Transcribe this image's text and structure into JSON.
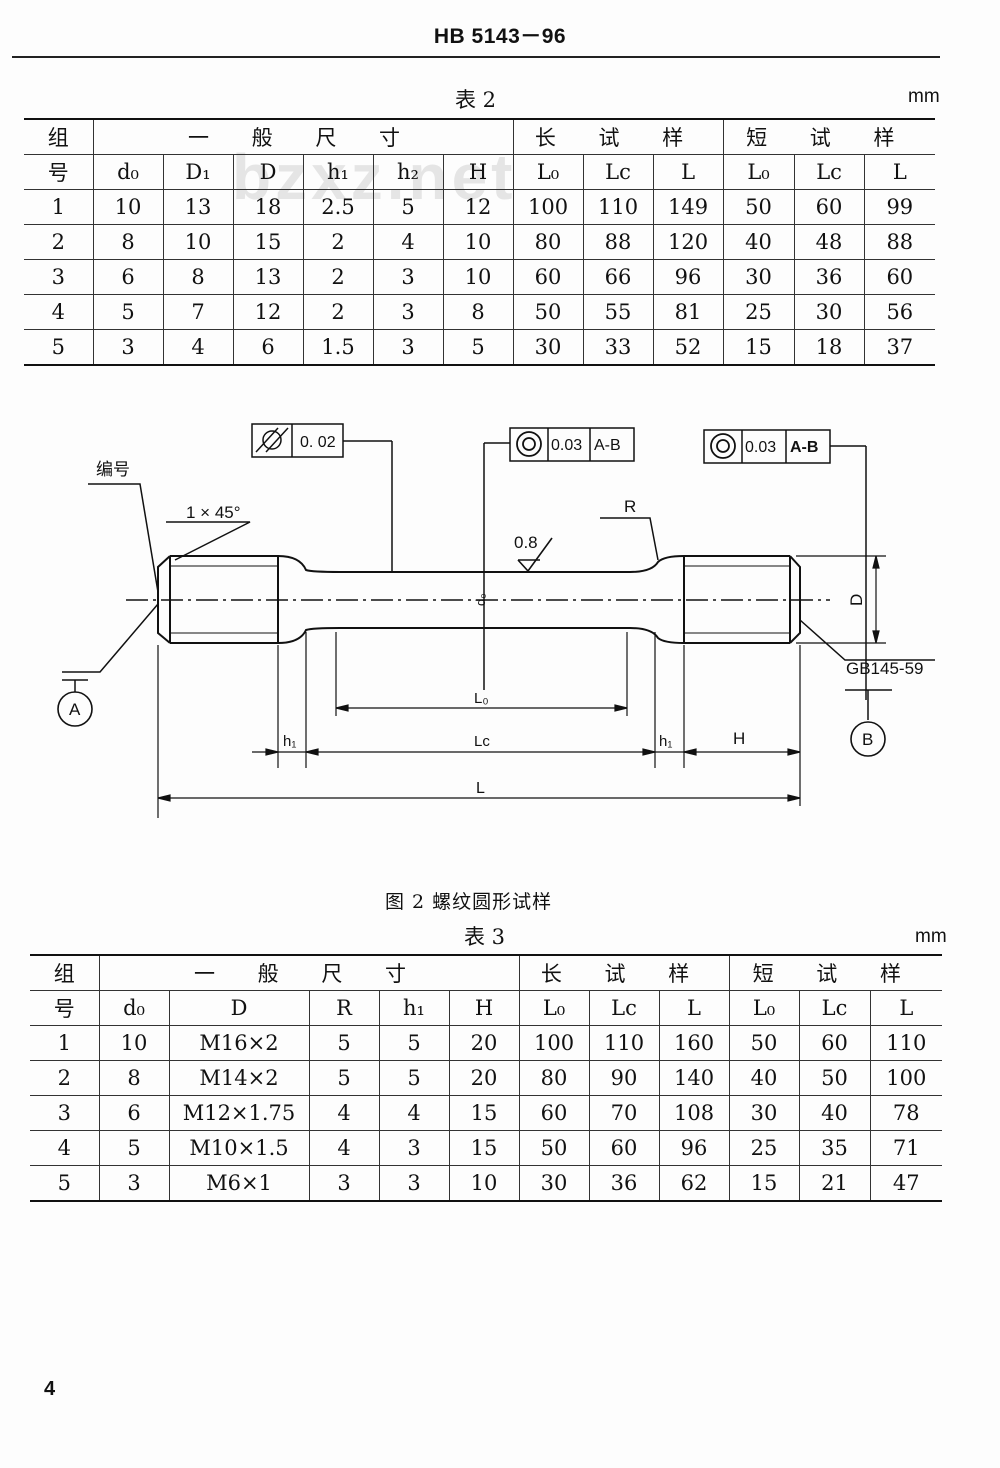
{
  "header": {
    "title": "HB 5143－96"
  },
  "watermark": "bzxz.net",
  "table2": {
    "caption": "表 2",
    "unit": "mm",
    "group_header": "组\n号",
    "group_label_top": "组",
    "group_label_bottom": "号",
    "section_general": "一 般 尺 寸",
    "section_long": "长 试 样",
    "section_short": "短 试 样",
    "columns": [
      "d₀",
      "D₁",
      "D",
      "h₁",
      "h₂",
      "H",
      "L₀",
      "Lc",
      "L",
      "L₀",
      "Lc",
      "L"
    ],
    "rows": [
      [
        "1",
        "10",
        "13",
        "18",
        "2.5",
        "5",
        "12",
        "100",
        "110",
        "149",
        "50",
        "60",
        "99"
      ],
      [
        "2",
        "8",
        "10",
        "15",
        "2",
        "4",
        "10",
        "80",
        "88",
        "120",
        "40",
        "48",
        "88"
      ],
      [
        "3",
        "6",
        "8",
        "13",
        "2",
        "3",
        "10",
        "60",
        "66",
        "96",
        "30",
        "36",
        "60"
      ],
      [
        "4",
        "5",
        "7",
        "12",
        "2",
        "3",
        "8",
        "50",
        "55",
        "81",
        "25",
        "30",
        "56"
      ],
      [
        "5",
        "3",
        "4",
        "6",
        "1.5",
        "3",
        "5",
        "30",
        "33",
        "52",
        "15",
        "18",
        "37"
      ]
    ]
  },
  "figure": {
    "caption": "图 2   螺纹圆形试样",
    "labels": {
      "number_label": "编号",
      "chamfer": "1 × 45°",
      "tol1": "0. 02",
      "tol2_value": "0.03",
      "tol2_datum": "A-B",
      "tol3_value": "0.03",
      "tol3_datum": "A-B",
      "radius": "R",
      "roughness": "0.8",
      "d0": "d₀",
      "D": "D",
      "thread_std": "GB145-59",
      "datum_a": "A",
      "datum_b": "B",
      "L0": "L₀",
      "Lc": "Lc",
      "h1_left": "h₁",
      "h1_right": "h₁",
      "H": "H",
      "L": "L"
    }
  },
  "table3": {
    "caption": "表 3",
    "unit": "mm",
    "group_label_top": "组",
    "group_label_bottom": "号",
    "section_general": "一 般 尺 寸",
    "section_long": "长 试 样",
    "section_short": "短 试 样",
    "columns": [
      "d₀",
      "D",
      "R",
      "h₁",
      "H",
      "L₀",
      "Lc",
      "L",
      "L₀",
      "Lc",
      "L"
    ],
    "rows": [
      [
        "1",
        "10",
        "M16×2",
        "5",
        "5",
        "20",
        "100",
        "110",
        "160",
        "50",
        "60",
        "110"
      ],
      [
        "2",
        "8",
        "M14×2",
        "5",
        "5",
        "20",
        "80",
        "90",
        "140",
        "40",
        "50",
        "100"
      ],
      [
        "3",
        "6",
        "M12×1.75",
        "4",
        "4",
        "15",
        "60",
        "70",
        "108",
        "30",
        "40",
        "78"
      ],
      [
        "4",
        "5",
        "M10×1.5",
        "4",
        "3",
        "15",
        "50",
        "60",
        "96",
        "25",
        "35",
        "71"
      ],
      [
        "5",
        "3",
        "M6×1",
        "3",
        "3",
        "10",
        "30",
        "36",
        "62",
        "15",
        "21",
        "47"
      ]
    ]
  },
  "footer": {
    "page_number": "4"
  }
}
